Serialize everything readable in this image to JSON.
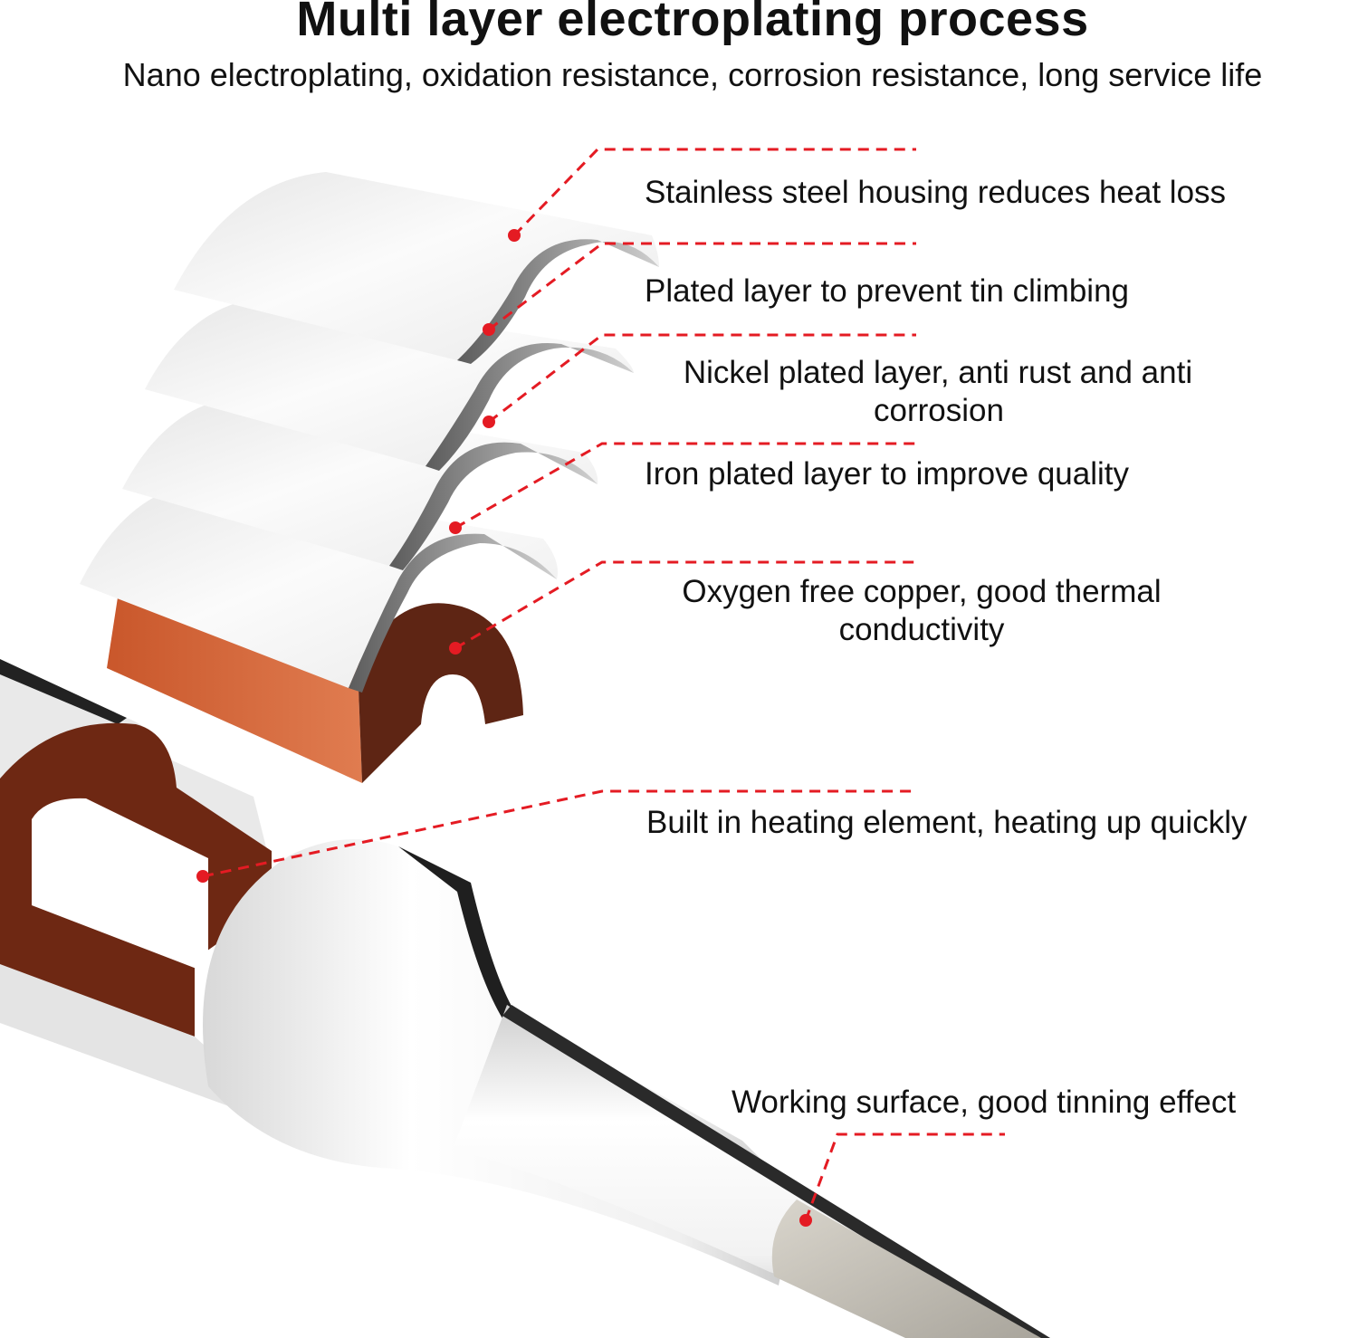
{
  "header": {
    "title": "Multi layer electroplating process",
    "subtitle": "Nano electroplating, oxidation resistance, corrosion resistance, long service life"
  },
  "colors": {
    "callout": "#e41b23",
    "copper_light": "#d2683d",
    "copper_dark": "#7b2e17",
    "layer_light": "#f3f3f3",
    "layer_shadow": "#9e9e9e"
  },
  "callouts": [
    {
      "id": "stainless-steel-housing",
      "line1": "Stainless steel housing reduces heat loss",
      "line2": ""
    },
    {
      "id": "tin-climbing-layer",
      "line1": "Plated layer to prevent tin climbing",
      "line2": ""
    },
    {
      "id": "nickel-plated-layer",
      "line1": "Nickel plated layer, anti rust and anti",
      "line2": "corrosion"
    },
    {
      "id": "iron-plated-layer",
      "line1": "Iron plated layer to improve quality",
      "line2": ""
    },
    {
      "id": "oxygen-free-copper",
      "line1": "Oxygen free copper, good thermal",
      "line2": "conductivity"
    },
    {
      "id": "heating-element",
      "line1": "Built in heating element, heating up quickly",
      "line2": ""
    },
    {
      "id": "working-surface",
      "line1": "Working surface, good tinning effect",
      "line2": ""
    }
  ]
}
